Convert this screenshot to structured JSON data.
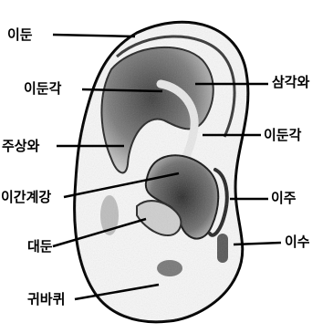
{
  "labels": {
    "helix": "이둔",
    "crus_upper": "이둔각",
    "triangular_fossa": "삼각와",
    "crus_right": "이둔각",
    "scaphoid_fossa": "주상와",
    "intertragic_notch": "이간계강",
    "tragus": "이주",
    "antitragus": "대둔",
    "lobule_right": "이수",
    "earlobe": "귀바퀴"
  }
}
